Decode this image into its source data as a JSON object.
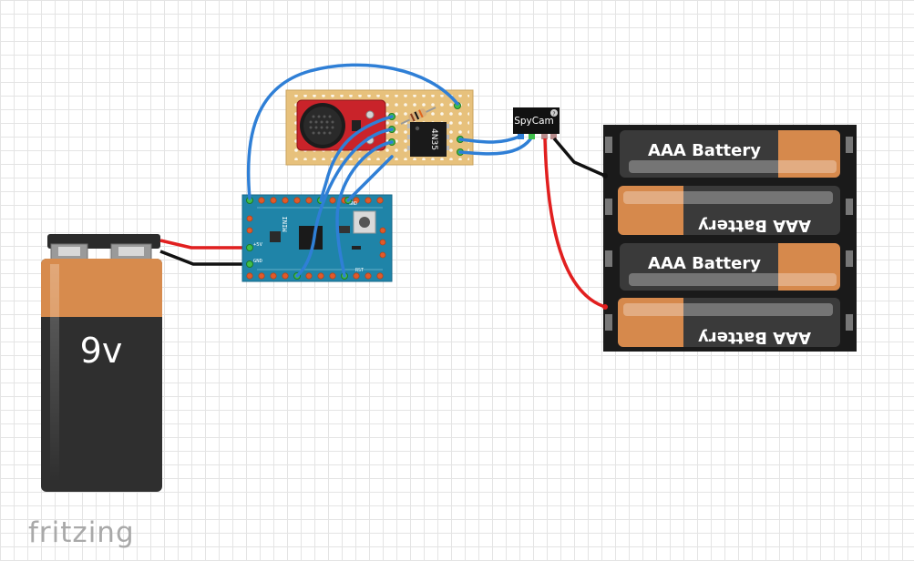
{
  "nine_volt_battery": {
    "label": "9v"
  },
  "aaa_pack": {
    "cell_labels": [
      "AAA Battery",
      "AAA Battery",
      "AAA Battery",
      "AAA Battery"
    ]
  },
  "spycam": {
    "label": "SpyCam",
    "badge": "?"
  },
  "optocoupler": {
    "label": "4N35"
  },
  "arduino": {
    "label": "MINI",
    "pins": [
      "+5V",
      "GND",
      "GND",
      "RST"
    ]
  },
  "watermark": {
    "text": "fritzing"
  },
  "colors": {
    "wire_blue": "#2f7fd6",
    "wire_red": "#e11f1f",
    "wire_black": "#111111",
    "board_teal": "#1f84a8",
    "stripboard": "#e6c07b",
    "mic_board": "#c9232a",
    "battery_orange": "#d6894c",
    "battery_dark": "#2e2e2e"
  }
}
